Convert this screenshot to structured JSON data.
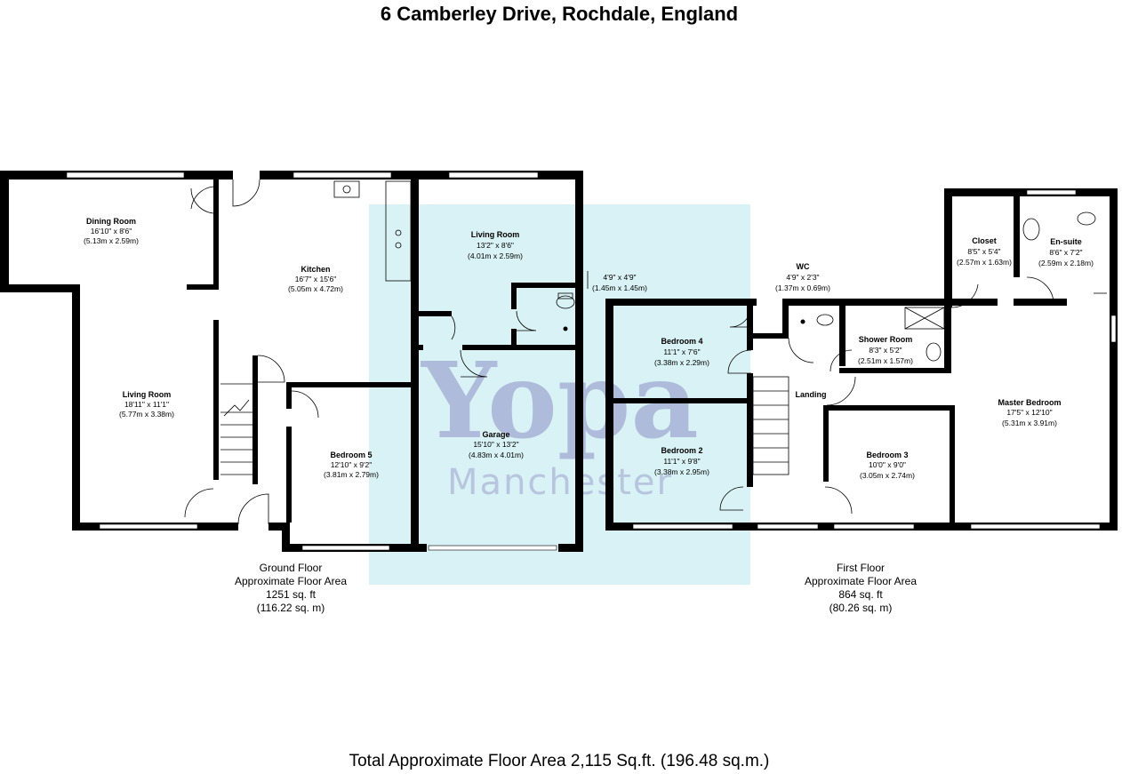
{
  "title": "6 Camberley Drive, Rochdale, England",
  "watermark": {
    "line1": "Yopa",
    "line2": "Manchester"
  },
  "colors": {
    "highlight": "#d9f2f5",
    "wall": "#000000",
    "watermark": "#8e8fc4"
  },
  "rooms": {
    "dining": {
      "name": "Dining Room",
      "size": "16'10\" x 8'6\"",
      "metric": "(5.13m x 2.59m)"
    },
    "kitchen": {
      "name": "Kitchen",
      "size": "16'7\" x 15'6\"",
      "metric": "(5.05m x 4.72m)"
    },
    "living_g": {
      "name": "Living Room",
      "size": "18'11\" x 11'1\"",
      "metric": "(5.77m x 3.38m)"
    },
    "bed5": {
      "name": "Bedroom 5",
      "size": "12'10\" x 9'2\"",
      "metric": "(3.81m x 2.79m)"
    },
    "living2": {
      "name": "Living Room",
      "size": "13'2\" x 8'6\"",
      "metric": "(4.01m x 2.59m)"
    },
    "garage": {
      "name": "Garage",
      "size": "15'10\" x 13'2\"",
      "metric": "(4.83m x 4.01m)"
    },
    "small": {
      "size": "4'9\" x 4'9\"",
      "metric": "(1.45m x 1.45m)"
    },
    "wc": {
      "name": "WC",
      "size": "4'9\" x 2'3\"",
      "metric": "(1.37m x 0.69m)"
    },
    "bed4": {
      "name": "Bedroom 4",
      "size": "11'1\" x 7'6\"",
      "metric": "(3.38m x 2.29m)"
    },
    "bed2": {
      "name": "Bedroom 2",
      "size": "11'1\" x 9'8\"",
      "metric": "(3.38m x 2.95m)"
    },
    "closet": {
      "name": "Closet",
      "size": "8'5\" x 5'4\"",
      "metric": "(2.57m x 1.63m)"
    },
    "ensuite": {
      "name": "En-suite",
      "size": "8'6\" x 7'2\"",
      "metric": "(2.59m x 2.18m)"
    },
    "shower": {
      "name": "Shower Room",
      "size": "8'3\" x 5'2\"",
      "metric": "(2.51m x 1.57m)"
    },
    "landing": {
      "name": "Landing"
    },
    "master": {
      "name": "Master Bedroom",
      "size": "17'5\" x 12'10\"",
      "metric": "(5.31m x 3.91m)"
    },
    "bed3": {
      "name": "Bedroom 3",
      "size": "10'0\" x 9'0\"",
      "metric": "(3.05m x 2.74m)"
    }
  },
  "floors": {
    "ground": {
      "line1": "Ground Floor",
      "line2": "Approximate Floor Area",
      "line3": "1251 sq. ft",
      "line4": "(116.22 sq. m)"
    },
    "first": {
      "line1": "First Floor",
      "line2": "Approximate Floor Area",
      "line3": "864 sq. ft",
      "line4": "(80.26 sq. m)"
    }
  },
  "total": "Total Approximate Floor Area 2,115 Sq.ft. (196.48 sq.m.)"
}
